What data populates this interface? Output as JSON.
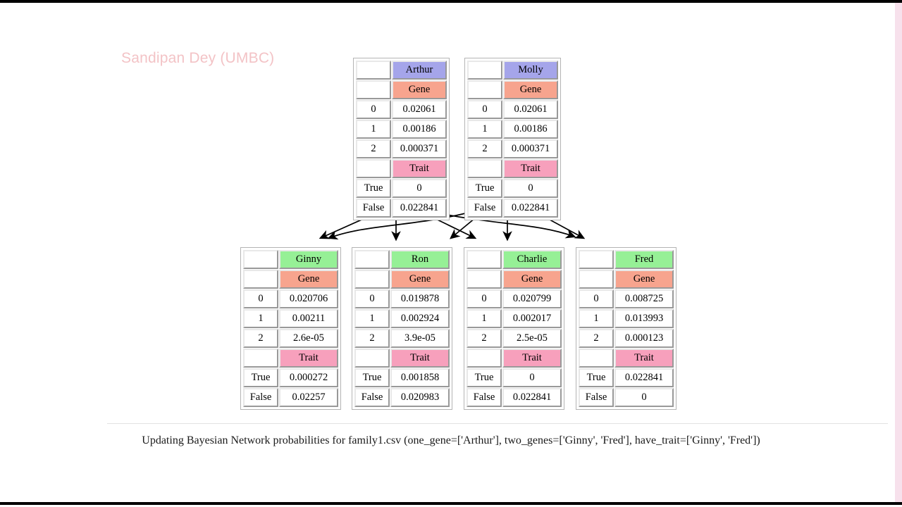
{
  "slide": {
    "watermark": "Sandipan Dey (UMBC)",
    "caption": "Updating Bayesian Network probabilities for family1.csv (one_gene=['Arthur'], two_genes=['Ginny', 'Fred'], have_trait=['Ginny', 'Fred'])"
  },
  "colors": {
    "parent_name_bg": "#a5a5ea",
    "child_name_bg": "#96f096",
    "gene_header_bg": "#f7a48e",
    "trait_header_bg": "#f7a0bc",
    "cell_bg": "#ffffff",
    "watermark": "#f3c3c6",
    "edge": "#000000",
    "letterbox": "#000000"
  },
  "headers": {
    "gene": "Gene",
    "trait": "Trait"
  },
  "gene_labels": [
    "0",
    "1",
    "2"
  ],
  "trait_labels": [
    "True",
    "False"
  ],
  "nodes": [
    {
      "id": "arthur",
      "name": "Arthur",
      "role": "parent",
      "gene": {
        "0": "0.02061",
        "1": "0.00186",
        "2": "0.000371"
      },
      "trait": {
        "True": "0",
        "False": "0.022841"
      }
    },
    {
      "id": "molly",
      "name": "Molly",
      "role": "parent",
      "gene": {
        "0": "0.02061",
        "1": "0.00186",
        "2": "0.000371"
      },
      "trait": {
        "True": "0",
        "False": "0.022841"
      }
    },
    {
      "id": "ginny",
      "name": "Ginny",
      "role": "child",
      "gene": {
        "0": "0.020706",
        "1": "0.00211",
        "2": "2.6e-05"
      },
      "trait": {
        "True": "0.000272",
        "False": "0.02257"
      }
    },
    {
      "id": "ron",
      "name": "Ron",
      "role": "child",
      "gene": {
        "0": "0.019878",
        "1": "0.002924",
        "2": "3.9e-05"
      },
      "trait": {
        "True": "0.001858",
        "False": "0.020983"
      }
    },
    {
      "id": "charlie",
      "name": "Charlie",
      "role": "child",
      "gene": {
        "0": "0.020799",
        "1": "0.002017",
        "2": "2.5e-05"
      },
      "trait": {
        "True": "0",
        "False": "0.022841"
      }
    },
    {
      "id": "fred",
      "name": "Fred",
      "role": "child",
      "gene": {
        "0": "0.008725",
        "1": "0.013993",
        "2": "0.000123"
      },
      "trait": {
        "True": "0.022841",
        "False": "0"
      }
    }
  ],
  "edges": [
    {
      "from": "arthur",
      "to": "ginny"
    },
    {
      "from": "arthur",
      "to": "ron"
    },
    {
      "from": "arthur",
      "to": "charlie"
    },
    {
      "from": "arthur",
      "to": "fred"
    },
    {
      "from": "molly",
      "to": "ginny"
    },
    {
      "from": "molly",
      "to": "ron"
    },
    {
      "from": "molly",
      "to": "charlie"
    },
    {
      "from": "molly",
      "to": "fred"
    }
  ]
}
